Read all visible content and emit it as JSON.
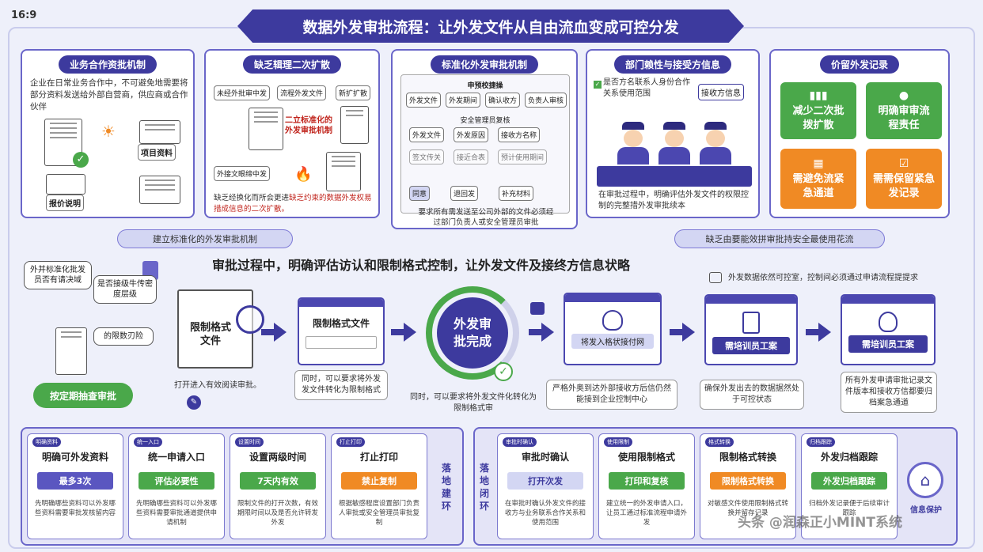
{
  "aspect": "16:9",
  "title": "数据外发审批流程：让外发文件从自由流血变成可控分发",
  "cards": {
    "c1": {
      "title": "业务合作资批机制",
      "text": "企业在日常业务合作中，不可避免地需要将部分资料发送给外部自营商，供应商或合作伙伴",
      "label_project": "项目资料",
      "label_quote": "报价说明"
    },
    "c2": {
      "title": "缺乏辑理二次扩散",
      "pill_a": "未经外批审中发",
      "pill_b": "流程外发文件",
      "pill_c": "新扩扩散",
      "pill_d": "外接文眼缔中发",
      "red_label": "二立标准化的外发审批机制",
      "text_a": "缺乏经换化而所会更进",
      "text_red": "缺乏约束的数据",
      "text_b": "外发权易措成信息的二次扩散。"
    },
    "c3": {
      "title": "标准化外发审批机制",
      "header": "申预校捷操",
      "row1": [
        "外发文件",
        "外发期间",
        "确认收方",
        "负责人审核"
      ],
      "sub": "安全管理员复核",
      "row2": [
        "外发文件",
        "外发原因",
        "接收方名称"
      ],
      "row3": [
        "签文传关",
        "接近合表",
        "预计使用期间"
      ],
      "row4": [
        "同意",
        "退回发",
        "补充材料"
      ],
      "text": "要求所有需发送至公司外部的文件必须经过部门负责人或安全管理员审批"
    },
    "c4": {
      "title": "部门赖性与接受方信息",
      "check": "是否方名联系人身份合作关系使用范围",
      "pill": "接收方信息",
      "text": "在审批过程中，明确评估外发文件的权限控制的完整措外发审批续本"
    },
    "c5": {
      "title": "价留外发记录",
      "tiles": [
        {
          "label": "减少二次批拨扩散",
          "color": "#4aa84a",
          "icon": "chart-icon"
        },
        {
          "label": "明确审审流程责任",
          "color": "#4aa84a",
          "icon": "user-icon"
        },
        {
          "label": "需避免流紧急通道",
          "color": "#f08a24",
          "icon": "calendar-icon"
        },
        {
          "label": "需需保留紧急发记录",
          "color": "#f08a24",
          "icon": "check-icon"
        }
      ]
    }
  },
  "banners": {
    "left": "建立标准化的外发审批机制",
    "right": "缺乏由要能效拼审批持安全最使用花流",
    "middle": "审批过程中，明确评估访认和限制格式控制，让外发文件及接终方信息状略",
    "side": "外发数据依然可控室，控制间必须通过申请流程提提求"
  },
  "flow": {
    "bubbles": [
      "外并标准化批发员否有请决域",
      "是否接级牛传密度层级",
      "的限数刃险"
    ],
    "doc_label": "限制格式文件",
    "win1_label": "限制格式文件",
    "win1_note": "同时，可以要求将外发发文件转化为限制格式",
    "magnify_note": "打开进入有效阅读审批。",
    "circle": "外发审批完成",
    "circle_note": "同时，可以要求将外发文件化转化为限制格式审",
    "win2_label": "将发入格状接付网",
    "win2_note": "严格外奥到达外部接收方后信仍然能接到企业控制中心",
    "win3_label": "需培训员工案",
    "win3_note": "确保外发出去的数据据然处于可控状态",
    "win4_label": "需培训员工案",
    "win4_note": "所有外发申请审批记录文件版本和接收方信都要归档案急通道",
    "green_btn": "按定期抽查审批"
  },
  "bottom": {
    "left_label": "落地建环",
    "right_label": "落地闭环",
    "left_cards": [
      {
        "tag": "明确资料",
        "title": "明确可外发资料",
        "btn": "最多3次",
        "color": "#5a56c0",
        "desc": "先明确哪些资料可以外发哪些资料需要审批发核留内容"
      },
      {
        "tag": "统一入口",
        "title": "统一申请入口",
        "btn": "评估必要性",
        "color": "#4aa84a",
        "desc": "先明确哪些资料可以外发哪些资料需要审批通道提供申请机制"
      },
      {
        "tag": "设置时间",
        "title": "设置两级时间",
        "btn": "7天内有效",
        "color": "#4aa84a",
        "desc": "限制文件的打开次数，有效期限时间以及是否允许转发外发"
      },
      {
        "tag": "打止打印",
        "title": "打止打印",
        "btn": "禁止复制",
        "color": "#f08a24",
        "desc": "根据敏感程度设置部门负责人审批或安全管理员审批复制"
      }
    ],
    "right_cards": [
      {
        "tag": "审批时确认",
        "title": "审批时确认",
        "btn": "打开次发",
        "color": "#d3d6f3",
        "desc": "在审批时确认外发文件的接收方与业务联系合作关系和使用范围"
      },
      {
        "tag": "使用限制",
        "title": "使用限制格式",
        "btn": "打印和复核",
        "color": "#4aa84a",
        "desc": "建立统一的外发申请入口，让员工通过标准流程申请外发"
      },
      {
        "tag": "格式转换",
        "title": "限制格式转换",
        "btn": "限制格式转换",
        "color": "#f08a24",
        "desc": "对敏感文件使用限制格式转换并留存记录"
      },
      {
        "tag": "归档跟踪",
        "title": "外发归档跟踪",
        "btn": "外发归档跟踪",
        "color": "#4aa84a",
        "desc": "归档外发记录便于后续审计跟踪"
      }
    ],
    "end_label": "信息保护"
  },
  "watermark": "头条 @润森正小MINT系统"
}
